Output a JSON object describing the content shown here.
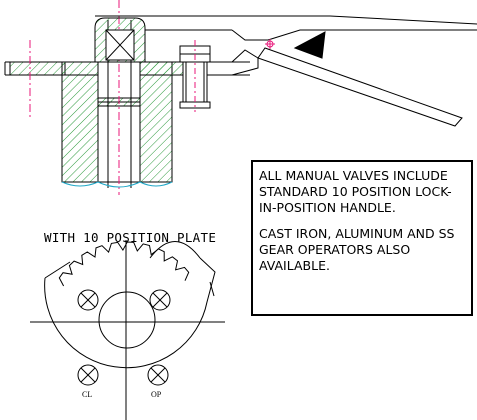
{
  "notes": {
    "paragraph_1": "ALL MANUAL VALVES INCLUDE STANDARD 10 POSITION LOCK-IN-POSITION HANDLE.",
    "paragraph_2": "CAST IRON, ALUMINUM AND SS GEAR OPERATORS ALSO AVAILABLE."
  },
  "plate": {
    "caption": "WITH 10 POSITION PLATE",
    "closed_label": "CL",
    "open_label": "OP"
  },
  "colors": {
    "line": "#000000",
    "centerline": "#e8177a",
    "hatch": "#2e9a3e",
    "shaft_edge": "#20a8c8",
    "background": "#ffffff"
  }
}
